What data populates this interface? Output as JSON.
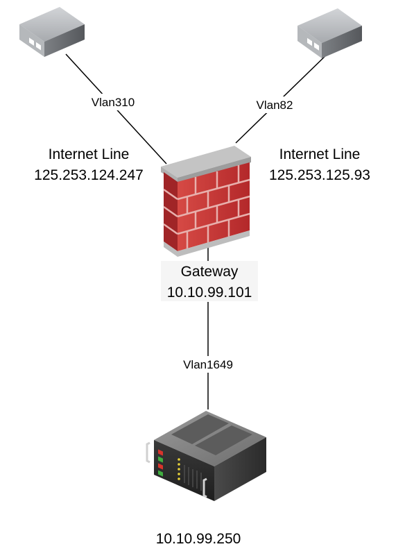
{
  "diagram": {
    "links": {
      "left": "Vlan310",
      "right": "Vlan82",
      "bottom": "Vlan1649"
    },
    "left_line": {
      "title": "Internet Line",
      "ip": "125.253.124.247"
    },
    "right_line": {
      "title": "Internet Line",
      "ip": "125.253.125.93"
    },
    "gateway": {
      "title": "Gateway",
      "ip": "10.10.99.101"
    },
    "server": {
      "ip": "10.10.99.250"
    },
    "icons": {
      "left_device": "network-device-icon",
      "right_device": "network-device-icon",
      "firewall": "firewall-icon",
      "server": "rack-server-icon"
    },
    "colors": {
      "brick": "#c0312f",
      "mortar": "#d9d9d9",
      "device": "#8a8d91",
      "line": "#000000"
    }
  }
}
